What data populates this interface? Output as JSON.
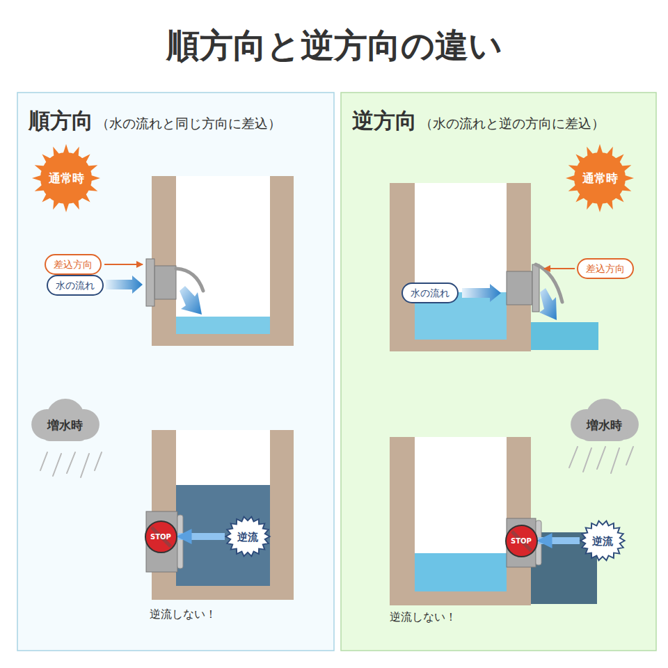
{
  "diagram": {
    "title": "順方向と逆方向の違い",
    "nodes": [
      {
        "text": [
          "順方向",
          "（水の流れと同じ方向に差込）"
        ]
      },
      {
        "text": [
          "通常時"
        ],
        "in": 0
      },
      {
        "text": [
          "差込方向"
        ],
        "in": 0
      },
      {
        "text": [
          "水の流れ"
        ],
        "in": 0
      },
      {
        "text": [
          "増水時"
        ],
        "in": 0
      },
      {
        "text": [
          "STOP"
        ],
        "in": 0
      },
      {
        "text": [
          "逆流"
        ],
        "in": 0
      },
      {
        "text": [
          "逆方向",
          "（水の流れと逆の方向に差込）"
        ]
      },
      {
        "text": [
          "通常時"
        ],
        "in": 7
      },
      {
        "text": [
          "差込方向"
        ],
        "in": 7
      },
      {
        "text": [
          "水の流れ"
        ],
        "in": 7
      },
      {
        "text": [
          "増水時"
        ],
        "in": 7
      },
      {
        "text": [
          "STOP"
        ],
        "in": 7
      },
      {
        "text": [
          "逆流"
        ],
        "in": 7
      }
    ],
    "edges": [
      {
        "from": 6,
        "to": 5,
        "arrow": "to"
      },
      {
        "from": 13,
        "to": 12,
        "arrow": "to"
      }
    ],
    "labels": [
      "逆流しない！",
      "逆流しない！"
    ]
  }
}
